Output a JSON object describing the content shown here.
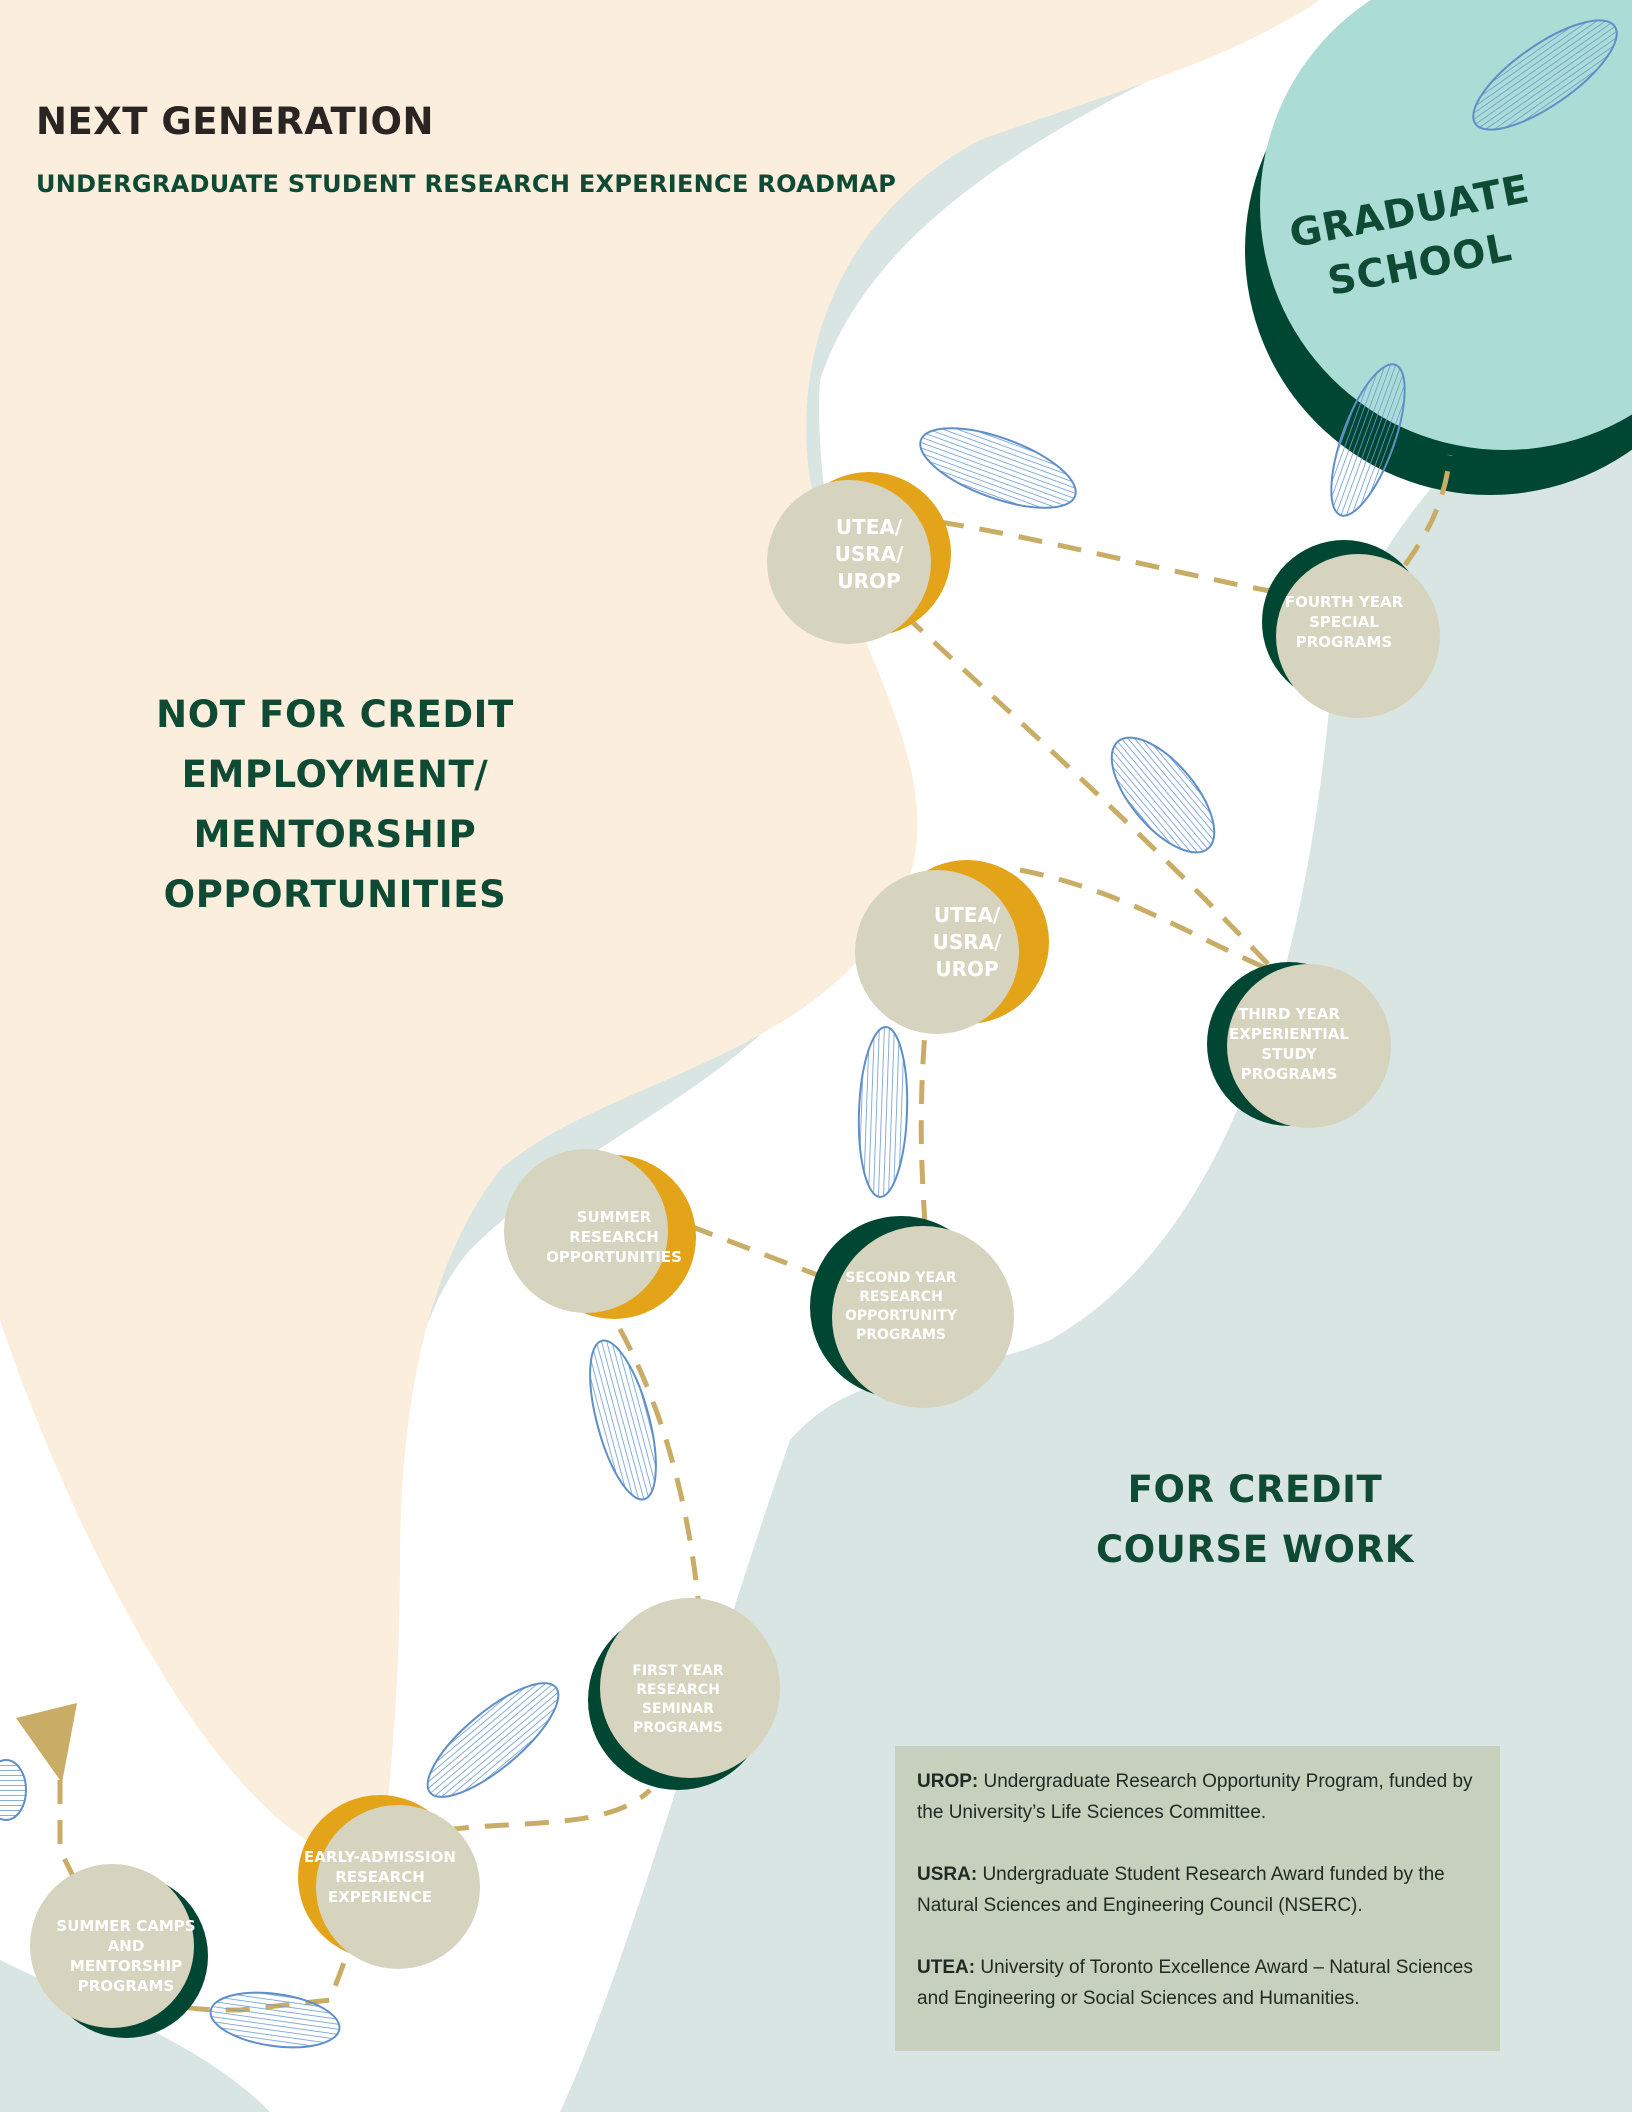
{
  "header": {
    "title": "NEXT GENERATION",
    "subtitle": "UNDERGRADUATE STUDENT RESEARCH EXPERIENCE ROADMAP"
  },
  "zones": {
    "not_for_credit": [
      "NOT FOR CREDIT",
      "EMPLOYMENT/",
      "MENTORSHIP",
      "OPPORTUNITIES"
    ],
    "for_credit": [
      "FOR CREDIT",
      "COURSE WORK"
    ]
  },
  "graduate_school": [
    "GRADUATE",
    "SCHOOL"
  ],
  "nodes": {
    "summer_camps": [
      "SUMMER CAMPS",
      "AND",
      "MENTORSHIP",
      "PROGRAMS"
    ],
    "early_admission": [
      "EARLY-ADMISSION",
      "RESEARCH",
      "EXPERIENCE"
    ],
    "first_year": [
      "FIRST YEAR",
      "RESEARCH",
      "SEMINAR",
      "PROGRAMS"
    ],
    "summer_research": [
      "SUMMER",
      "RESEARCH",
      "OPPORTUNITIES"
    ],
    "second_year": [
      "SECOND YEAR",
      "RESEARCH",
      "OPPORTUNITY",
      "PROGRAMS"
    ],
    "utea_mid": [
      "UTEA/",
      "USRA/",
      "UROP"
    ],
    "third_year": [
      "THIRD YEAR",
      "EXPERIENTIAL",
      "STUDY",
      "PROGRAMS"
    ],
    "utea_top": [
      "UTEA/",
      "USRA/",
      "UROP"
    ],
    "fourth_year": [
      "FOURTH YEAR",
      "SPECIAL",
      "PROGRAMS"
    ]
  },
  "legend": [
    {
      "term": "UROP:",
      "text": "Undergraduate Research Opportunity Program, funded by the University’s Life Sciences Committee."
    },
    {
      "term": "USRA:",
      "text": "Undergraduate Student Research Award funded by the Natural Sciences and Engineering Council (NSERC)."
    },
    {
      "term": "UTEA:",
      "text": "University of Toronto Excellence Award – Natural Sciences and Engineering or Social Sciences and Humanities."
    }
  ],
  "colors": {
    "cream": "#fbeedc",
    "sage": "#d9e5e2",
    "mint": "#abdcd6",
    "dark_green": "#004733",
    "gold": "#e4a419",
    "path_dash": "#c9ad66",
    "footprint_blue": "#5f8fc7"
  }
}
